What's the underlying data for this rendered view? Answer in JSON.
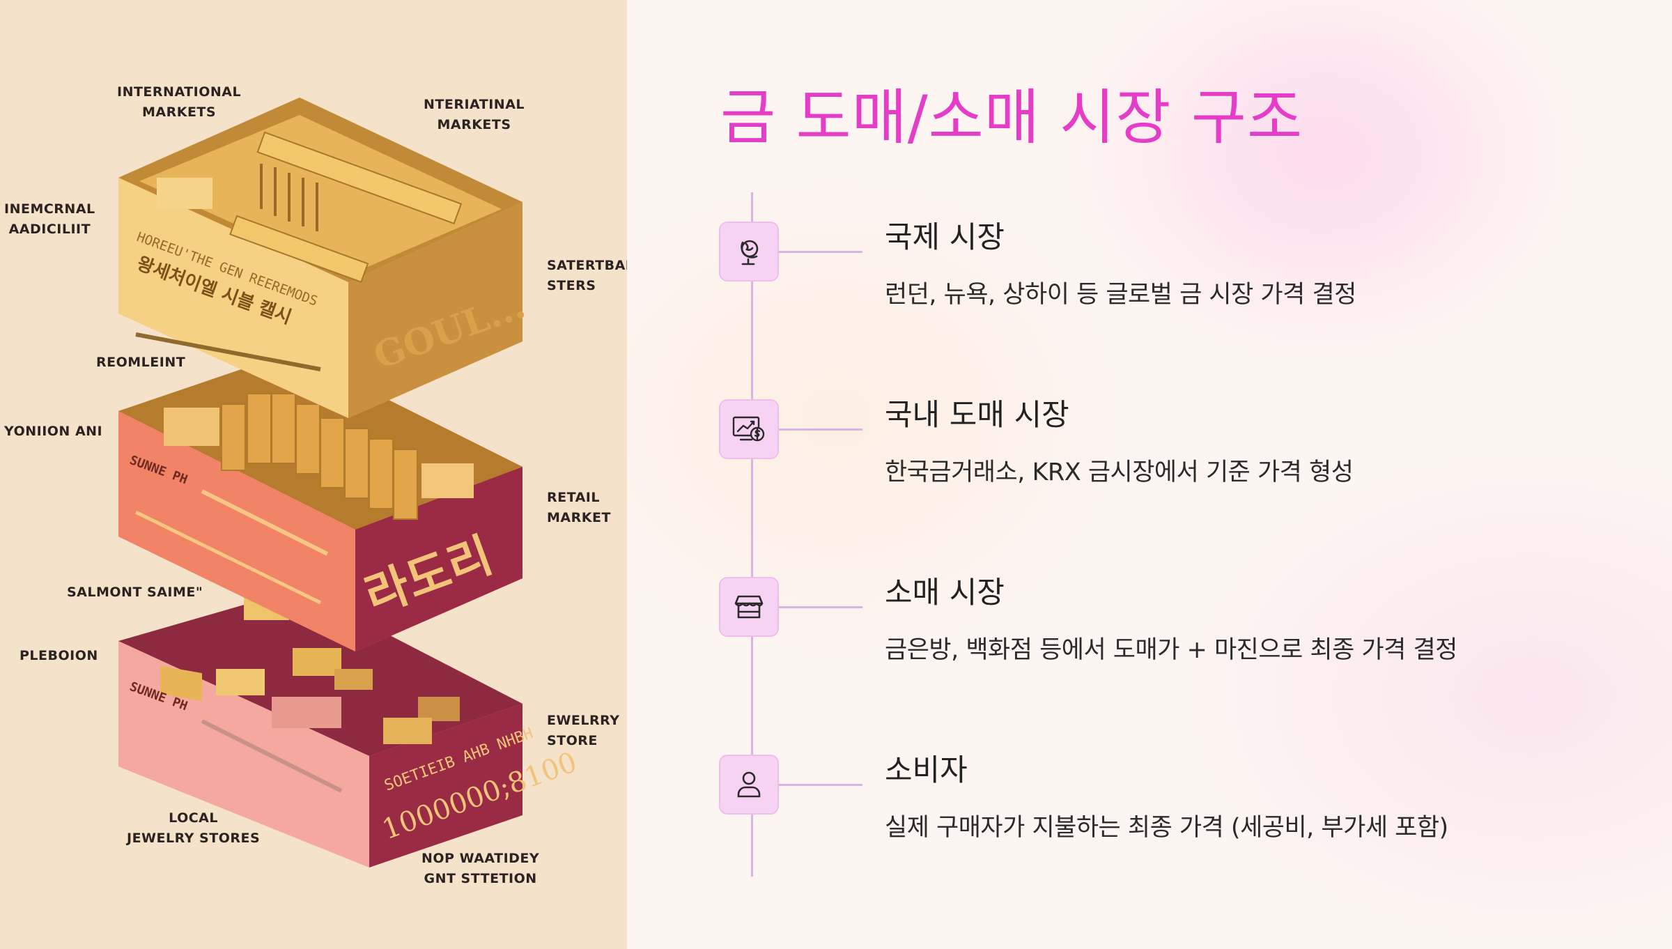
{
  "illustration": {
    "labels": {
      "international_markets_1": "INTERNATIONAL\nMARKETS",
      "international_markets_2": "NTERIATINAL\nMARKETS",
      "inemcrnal": "INEMCRNAL\nAADICILIIT",
      "satertbal": "SATERTBAL\nSTERS",
      "reomleint": "REOMLEINT",
      "yoniion": "YONIION ANI",
      "retail_market": "RETAIL\nMARKET",
      "salmont": "SALMONT SAIME\"",
      "pleboion": "PLEBOION",
      "ewelrry_store": "EWELRRY\nSTORE",
      "local_jewelry": "LOCAL\nJEWELRY STORES",
      "nop_waatidey": "NOP WAATIDEY\nGNT STTETION"
    },
    "box_texts": {
      "top_line1": "HOREEU'THE GEN REEREMODS",
      "top_line2": "왕세처이엘 시블 캘시",
      "top_side": "GOUL...",
      "mid_front": "SUNNE PH",
      "mid_side": "라도리",
      "bot_front": "SUNNE PH",
      "bot_side1": "SOETIEIB AHB NHBH",
      "bot_side2": "1000000;8100"
    }
  },
  "page": {
    "title": "금 도매/소매 시장 구조"
  },
  "steps": [
    {
      "icon": "globe-icon",
      "title": "국제 시장",
      "desc": "런던, 뉴욕, 상하이 등 글로벌 금 시장 가격 결정"
    },
    {
      "icon": "chart-dollar-icon",
      "title": "국내 도매 시장",
      "desc": "한국금거래소, KRX 금시장에서 기준 가격 형성"
    },
    {
      "icon": "store-icon",
      "title": "소매 시장",
      "desc": "금은방, 백화점 등에서 도매가 + 마진으로 최종 가격 결정"
    },
    {
      "icon": "user-icon",
      "title": "소비자",
      "desc": "실제 구매자가 지불하는 최종 가격 (세공비, 부가세 포함)"
    }
  ],
  "colors": {
    "title": "#e63dc8",
    "icon_bg": "#f6d3f2",
    "timeline": "#d9b3e6",
    "left_bg": "#f5e2cb"
  }
}
